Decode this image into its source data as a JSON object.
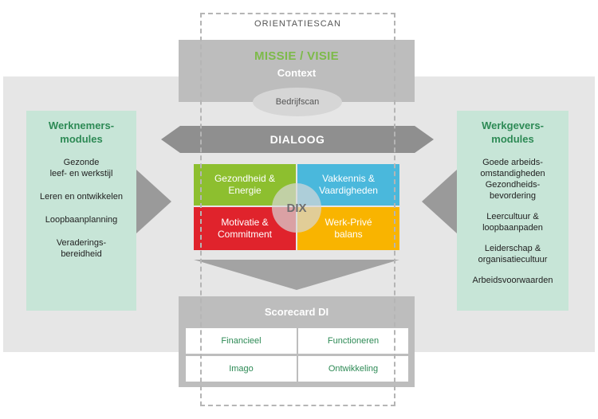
{
  "orientatiescan": "ORIENTATIESCAN",
  "missie": {
    "title": "MISSIE / VISIE",
    "context": "Context",
    "bedrijfsscan": "Bedrijfscan"
  },
  "dialoog": "DIALOOG",
  "werknemers": {
    "title": "Werknemers-\nmodules",
    "items": [
      "Gezonde\nleef- en werkstijl",
      "Leren en ontwikkelen",
      "Loopbaanplanning",
      "Veraderings-\nbereidheid"
    ]
  },
  "werkgevers": {
    "title": "Werkgevers-\nmodules",
    "items": [
      "Goede arbeids-\nomstandigheden\nGezondheids-\nbevordering",
      "Leercultuur &\nloopbaanpaden",
      "Leiderschap &\norganisatiecultuur",
      "Arbeidsvoorwaarden"
    ]
  },
  "quadrants": {
    "top_left": "Gezondheid &\nEnergie",
    "top_right": "Vakkennis &\nVaardigheden",
    "bottom_left": "Motivatie &\nCommitment",
    "bottom_right": "Werk-Privé\nbalans",
    "center": "DIX"
  },
  "colors": {
    "green": "#8dbf2f",
    "blue": "#4ab8dc",
    "red": "#e0232c",
    "yellow": "#f9b400",
    "panel": "#c7e5d7",
    "panel_title": "#2d8a55"
  },
  "scorecard": {
    "title": "Scorecard DI",
    "cells": [
      "Financieel",
      "Functioneren",
      "Imago",
      "Ontwikkeling"
    ]
  }
}
